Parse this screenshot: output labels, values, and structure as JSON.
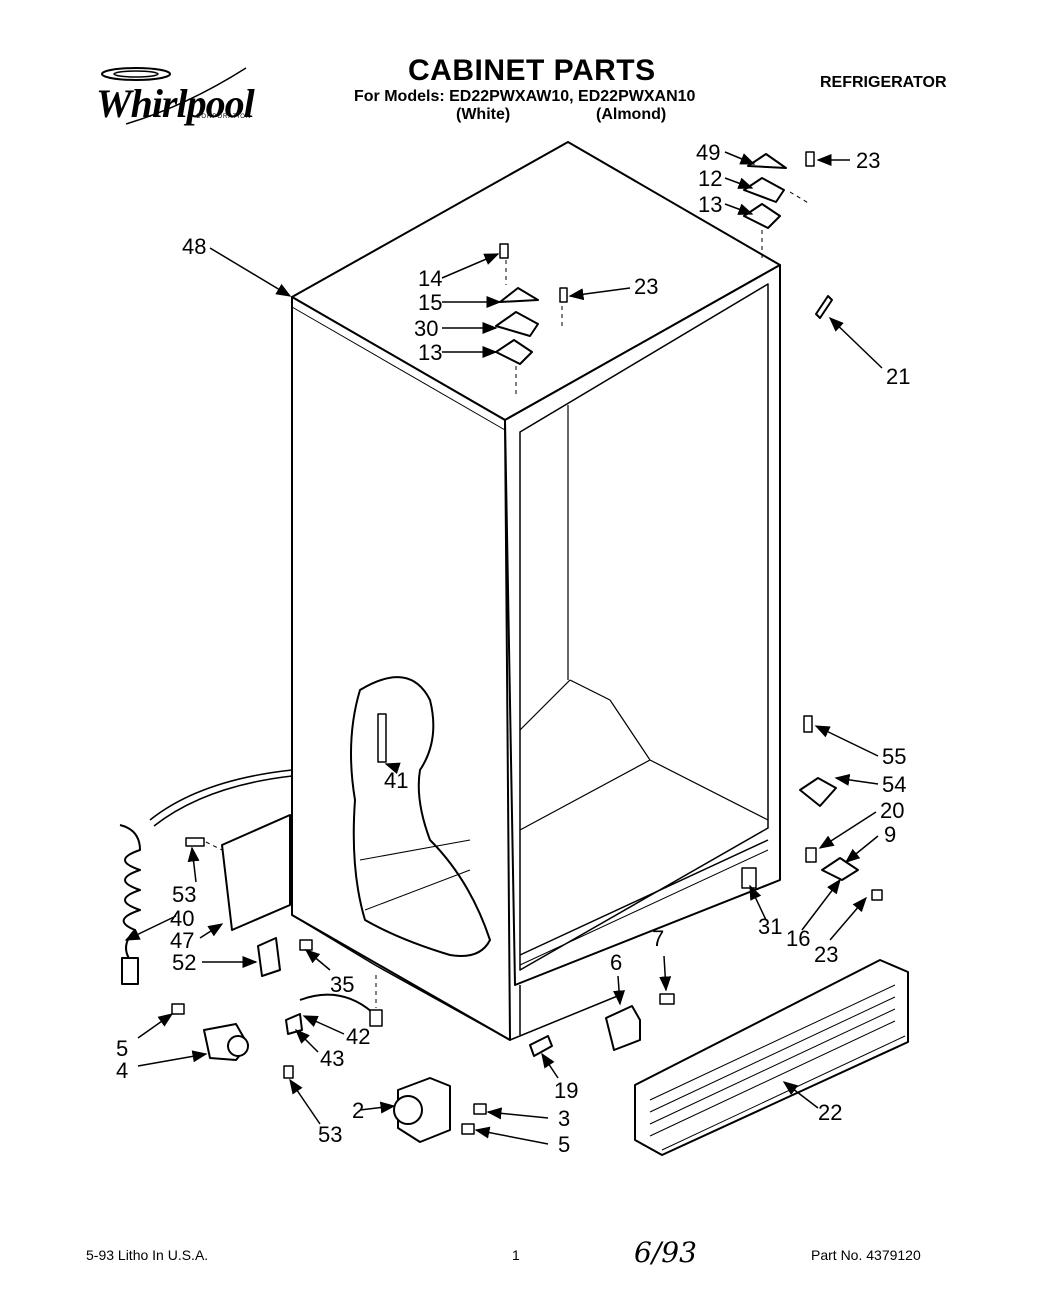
{
  "brand": {
    "name": "Whirlpool",
    "corporation": "CORPORATION"
  },
  "header": {
    "title": "CABINET PARTS",
    "models": "For Models: ED22PWXAW10, ED22PWXAN10",
    "color_white": "(White)",
    "color_almond": "(Almond)",
    "appliance": "REFRIGERATOR"
  },
  "footer": {
    "print_info": "5-93 Litho In U.S.A.",
    "page": "1",
    "handwritten_date": "6/93",
    "part_no": "Part No. 4379120"
  },
  "callouts": [
    {
      "id": "c49",
      "label": "49"
    },
    {
      "id": "c12",
      "label": "12"
    },
    {
      "id": "c13a",
      "label": "13"
    },
    {
      "id": "c23a",
      "label": "23"
    },
    {
      "id": "c48",
      "label": "48"
    },
    {
      "id": "c14",
      "label": "14"
    },
    {
      "id": "c15",
      "label": "15"
    },
    {
      "id": "c30",
      "label": "30"
    },
    {
      "id": "c13b",
      "label": "13"
    },
    {
      "id": "c23b",
      "label": "23"
    },
    {
      "id": "c21",
      "label": "21"
    },
    {
      "id": "c55",
      "label": "55"
    },
    {
      "id": "c54",
      "label": "54"
    },
    {
      "id": "c20",
      "label": "20"
    },
    {
      "id": "c9",
      "label": "9"
    },
    {
      "id": "c31",
      "label": "31"
    },
    {
      "id": "c16",
      "label": "16"
    },
    {
      "id": "c23c",
      "label": "23"
    },
    {
      "id": "c41",
      "label": "41"
    },
    {
      "id": "c53a",
      "label": "53"
    },
    {
      "id": "c40",
      "label": "40"
    },
    {
      "id": "c47",
      "label": "47"
    },
    {
      "id": "c52",
      "label": "52"
    },
    {
      "id": "c35",
      "label": "35"
    },
    {
      "id": "c7",
      "label": "7"
    },
    {
      "id": "c6",
      "label": "6"
    },
    {
      "id": "c5a",
      "label": "5"
    },
    {
      "id": "c4",
      "label": "4"
    },
    {
      "id": "c42",
      "label": "42"
    },
    {
      "id": "c43",
      "label": "43"
    },
    {
      "id": "c53b",
      "label": "53"
    },
    {
      "id": "c2",
      "label": "2"
    },
    {
      "id": "c3",
      "label": "3"
    },
    {
      "id": "c5b",
      "label": "5"
    },
    {
      "id": "c19",
      "label": "19"
    },
    {
      "id": "c22",
      "label": "22"
    }
  ]
}
